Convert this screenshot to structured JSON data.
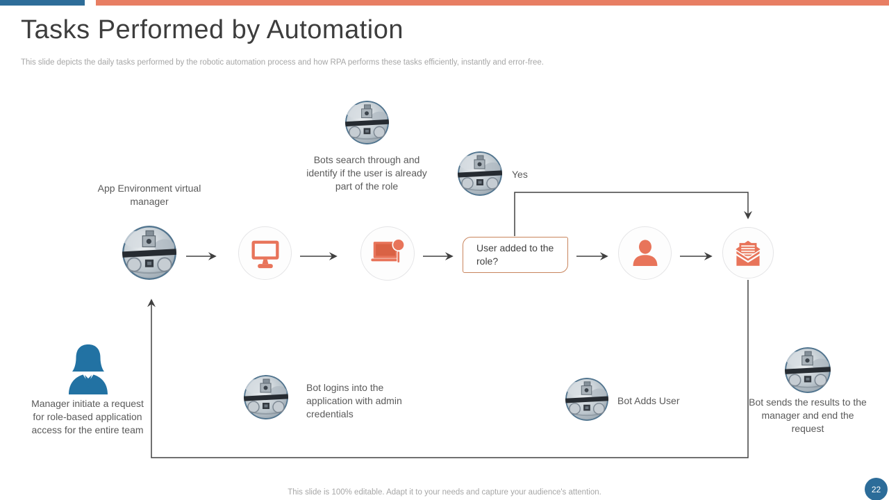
{
  "slide": {
    "title": "Tasks Performed by Automation",
    "subtitle": "This slide depicts the daily tasks performed by the robotic automation process and how RPA performs these tasks efficiently, instantly and error-free.",
    "footer": "This slide is 100% editable. Adapt it to your needs and capture your audience's attention.",
    "page_number": "22"
  },
  "colors": {
    "accent_orange": "#E8745A",
    "bar_orange": "#E87E63",
    "bar_blue": "#2E6D99",
    "manager_blue": "#2272A3",
    "badge_blue": "#2C6C99",
    "decision_border": "#C8845C",
    "connector": "#404040",
    "label_text": "#595959"
  },
  "icons": {
    "robot_photo": "robot-photo-icon",
    "monitor": "desktop-monitor-icon",
    "laptop_search": "laptop-search-icon",
    "person": "user-icon",
    "mail": "open-envelope-letter-icon",
    "manager": "manager-woman-icon"
  },
  "diagram": {
    "labels": {
      "app_env": "App Environment virtual manager",
      "bots_search": "Bots search through and identify if the user is already part of the role",
      "yes": "Yes",
      "decision": "User added to the role?",
      "manager": "Manager initiate a request for role-based application access for the entire team",
      "bot_login": "Bot logins into the application with admin credentials",
      "bot_adds": "Bot Adds User",
      "bot_sends": "Bot sends the results to the manager and end the request"
    }
  }
}
